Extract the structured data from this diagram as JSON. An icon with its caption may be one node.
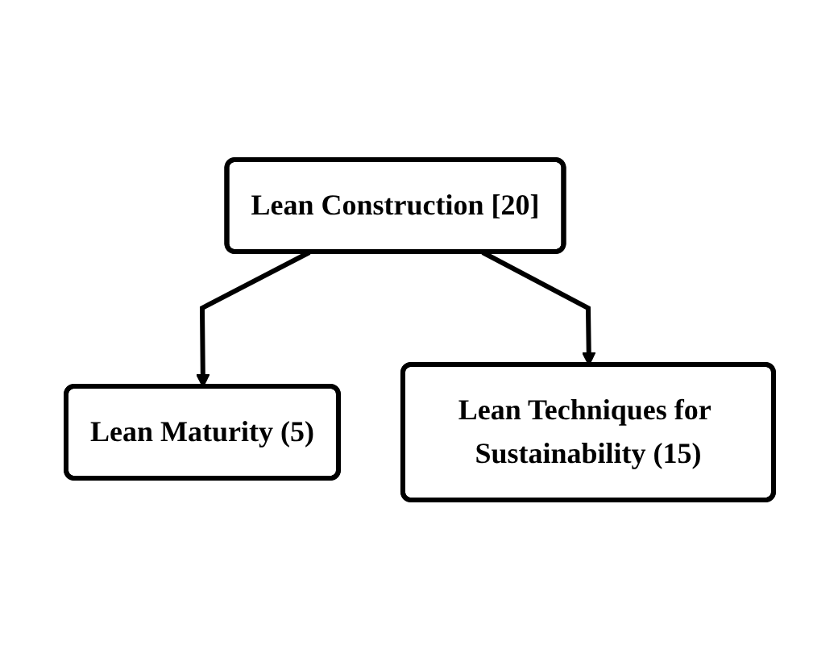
{
  "diagram": {
    "nodes": [
      {
        "text": [
          "Lean Maturity (5)"
        ]
      },
      {
        "text": [
          "Lean Construction [20]"
        ]
      },
      {
        "text": [
          "Lean Techniques for Sustainability (15)"
        ]
      }
    ],
    "edges": [
      {
        "from": 1,
        "to": 0,
        "arrow": "to"
      },
      {
        "from": 1,
        "to": 2,
        "arrow": "to"
      }
    ]
  }
}
